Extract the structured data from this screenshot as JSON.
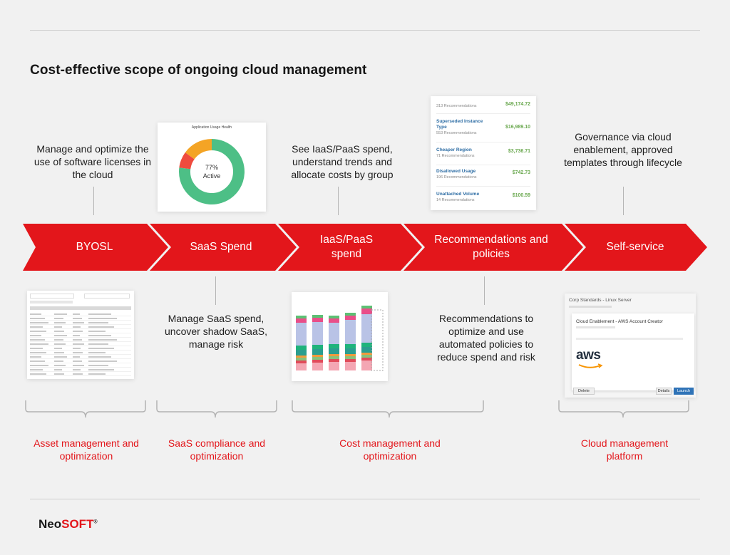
{
  "title": "Cost-effective scope of ongoing cloud management",
  "stages": [
    {
      "label": "BYOSL",
      "top_desc": "Manage and optimize the use of software licenses in the cloud"
    },
    {
      "label": "SaaS Spend",
      "bottom_desc": "Manage SaaS spend, uncover shadow SaaS, manage risk"
    },
    {
      "label": "IaaS/PaaS spend",
      "top_desc": "See IaaS/PaaS spend, understand trends and allocate costs by group"
    },
    {
      "label": "Recommendations and policies",
      "bottom_desc": "Recommendations to optimize and use automated policies to reduce spend and risk"
    },
    {
      "label": "Self-service",
      "top_desc": "Governance via cloud enablement, approved templates through lifecycle"
    }
  ],
  "categories": [
    {
      "label": "Asset management and optimization"
    },
    {
      "label": "SaaS compliance and optimization"
    },
    {
      "label": "Cost management and optimization"
    },
    {
      "label": "Cloud management platform"
    }
  ],
  "donut": {
    "title": "Application Usage Health",
    "center_value": "77%",
    "center_label": "Active",
    "segments": [
      {
        "value": 77,
        "color": "#4dbf86"
      },
      {
        "value": 8,
        "color": "#ef4b3e"
      },
      {
        "value": 15,
        "color": "#f4a425"
      }
    ]
  },
  "recommendations": [
    {
      "name": "",
      "count": "313 Recommendations",
      "value": "$49,174.72"
    },
    {
      "name": "Superseded Instance Type",
      "count": "553 Recommendations",
      "value": "$16,989.10"
    },
    {
      "name": "Cheaper Region",
      "count": "71 Recommendations",
      "value": "$3,736.71"
    },
    {
      "name": "Disallowed Usage",
      "count": "196 Recommendations",
      "value": "$742.73"
    },
    {
      "name": "Unattached Volume",
      "count": "14 Recommendations",
      "value": "$100.59"
    }
  ],
  "catalog": {
    "header": "Corp Standards - Linux Server",
    "item_title": "Cloud Enablement - AWS Account Creator",
    "provider": "aws",
    "delete_label": "Delete",
    "details_label": "Details",
    "launch_label": "Launch"
  },
  "logo": {
    "part1": "Neo",
    "part2": "SOFT",
    "mark": "®"
  },
  "colors": {
    "accent": "#e3161b",
    "background": "#f1f1f1"
  }
}
